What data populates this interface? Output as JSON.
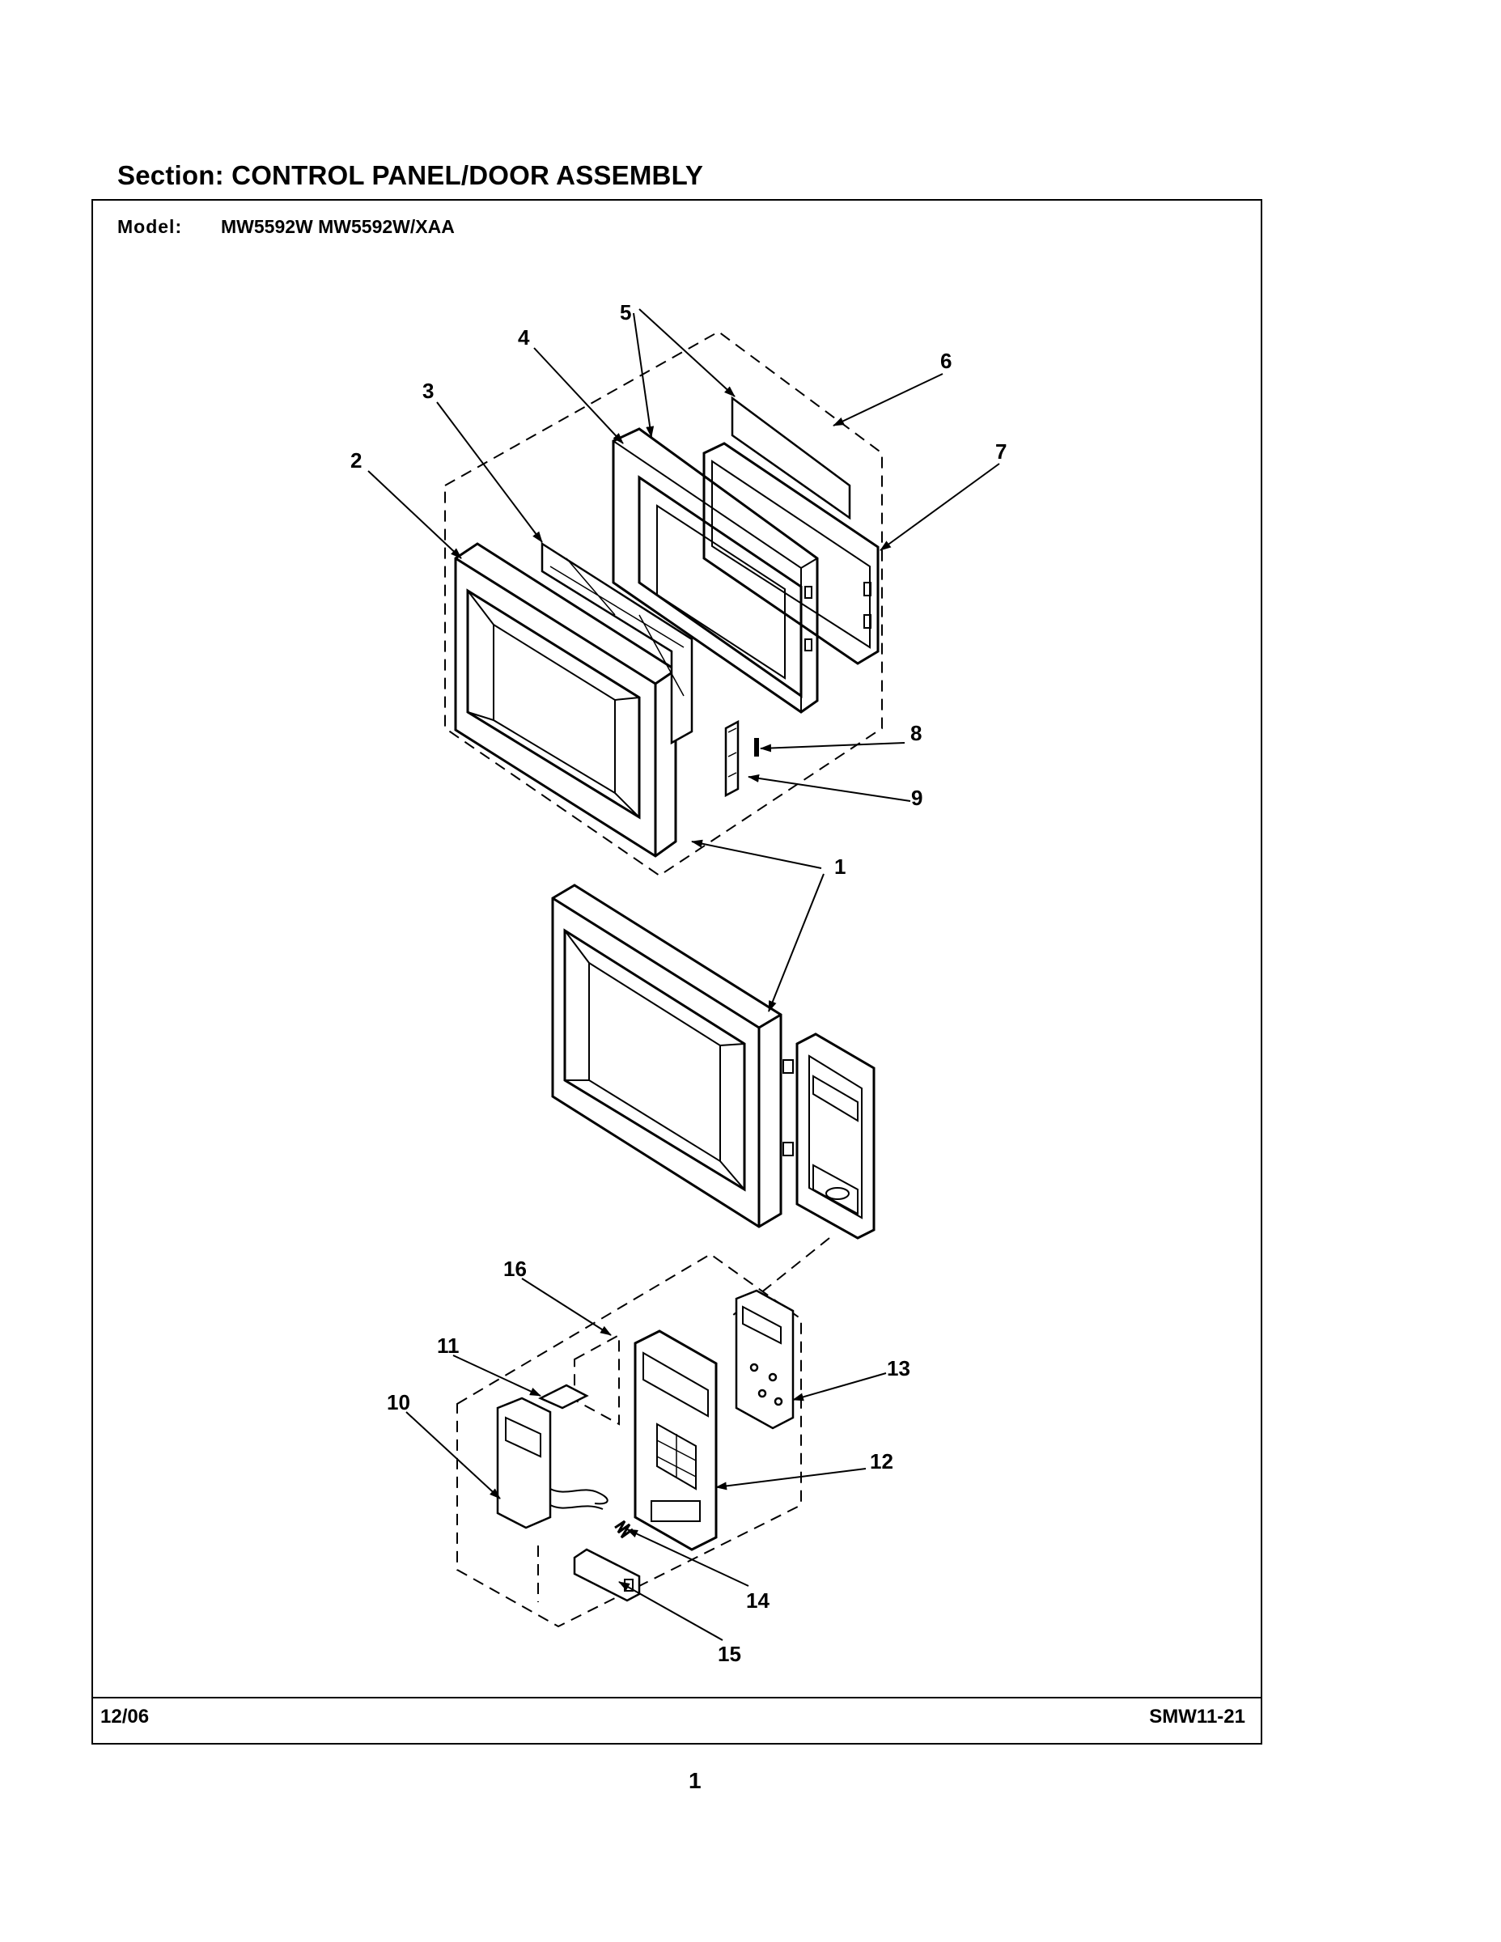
{
  "header": {
    "section_prefix": "Section:",
    "section_title": "CONTROL PANEL/DOOR ASSEMBLY"
  },
  "model": {
    "label": "Model:",
    "value": "MW5592W MW5592W/XAA"
  },
  "footer": {
    "date": "12/06",
    "code": "SMW11-21"
  },
  "page_number": "1",
  "callouts": [
    "1",
    "2",
    "3",
    "4",
    "5",
    "6",
    "7",
    "8",
    "9",
    "10",
    "11",
    "12",
    "13",
    "14",
    "15",
    "16"
  ]
}
